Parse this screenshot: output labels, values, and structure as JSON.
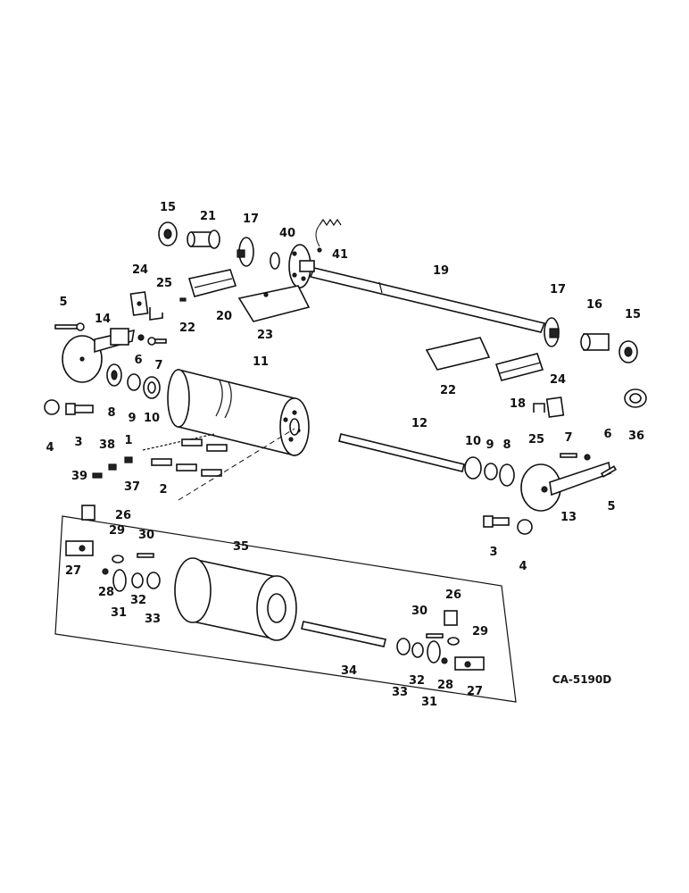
{
  "figure_code": "CA-5190D",
  "colors": {
    "ink": "#111111",
    "paper": "#ffffff"
  },
  "callouts": [
    {
      "id": "c15a",
      "text": "15"
    },
    {
      "id": "c21",
      "text": "21"
    },
    {
      "id": "c17a",
      "text": "17"
    },
    {
      "id": "c40",
      "text": "40"
    },
    {
      "id": "c41",
      "text": "41"
    },
    {
      "id": "c19",
      "text": "19"
    },
    {
      "id": "c24a",
      "text": "24"
    },
    {
      "id": "c25a",
      "text": "25"
    },
    {
      "id": "c5a",
      "text": "5"
    },
    {
      "id": "c14",
      "text": "14"
    },
    {
      "id": "c20",
      "text": "20"
    },
    {
      "id": "c22a",
      "text": "22"
    },
    {
      "id": "c23",
      "text": "23"
    },
    {
      "id": "c6a",
      "text": "6"
    },
    {
      "id": "c7a",
      "text": "7"
    },
    {
      "id": "c11",
      "text": "11"
    },
    {
      "id": "c17b",
      "text": "17"
    },
    {
      "id": "c16",
      "text": "16"
    },
    {
      "id": "c15b",
      "text": "15"
    },
    {
      "id": "c22b",
      "text": "22"
    },
    {
      "id": "c18",
      "text": "18"
    },
    {
      "id": "c24b",
      "text": "24"
    },
    {
      "id": "c36",
      "text": "36"
    },
    {
      "id": "c8a",
      "text": "8"
    },
    {
      "id": "c9a",
      "text": "9"
    },
    {
      "id": "c10a",
      "text": "10"
    },
    {
      "id": "c4a",
      "text": "4"
    },
    {
      "id": "c3a",
      "text": "3"
    },
    {
      "id": "c12",
      "text": "12"
    },
    {
      "id": "c25b",
      "text": "25"
    },
    {
      "id": "c7b",
      "text": "7"
    },
    {
      "id": "c6b",
      "text": "6"
    },
    {
      "id": "c1",
      "text": "1"
    },
    {
      "id": "c38",
      "text": "38"
    },
    {
      "id": "c39",
      "text": "39"
    },
    {
      "id": "c37",
      "text": "37"
    },
    {
      "id": "c2",
      "text": "2"
    },
    {
      "id": "c10b",
      "text": "10"
    },
    {
      "id": "c9b",
      "text": "9"
    },
    {
      "id": "c8b",
      "text": "8"
    },
    {
      "id": "c5b",
      "text": "5"
    },
    {
      "id": "c13",
      "text": "13"
    },
    {
      "id": "c3b",
      "text": "3"
    },
    {
      "id": "c4b",
      "text": "4"
    },
    {
      "id": "c26a",
      "text": "26"
    },
    {
      "id": "c29a",
      "text": "29"
    },
    {
      "id": "c30a",
      "text": "30"
    },
    {
      "id": "c35",
      "text": "35"
    },
    {
      "id": "c27a",
      "text": "27"
    },
    {
      "id": "c28a",
      "text": "28"
    },
    {
      "id": "c32a",
      "text": "32"
    },
    {
      "id": "c31a",
      "text": "31"
    },
    {
      "id": "c33a",
      "text": "33"
    },
    {
      "id": "c26b",
      "text": "26"
    },
    {
      "id": "c30b",
      "text": "30"
    },
    {
      "id": "c29b",
      "text": "29"
    },
    {
      "id": "c34",
      "text": "34"
    },
    {
      "id": "c33b",
      "text": "33"
    },
    {
      "id": "c32b",
      "text": "32"
    },
    {
      "id": "c31b",
      "text": "31"
    },
    {
      "id": "c28b",
      "text": "28"
    },
    {
      "id": "c27b",
      "text": "27"
    }
  ]
}
